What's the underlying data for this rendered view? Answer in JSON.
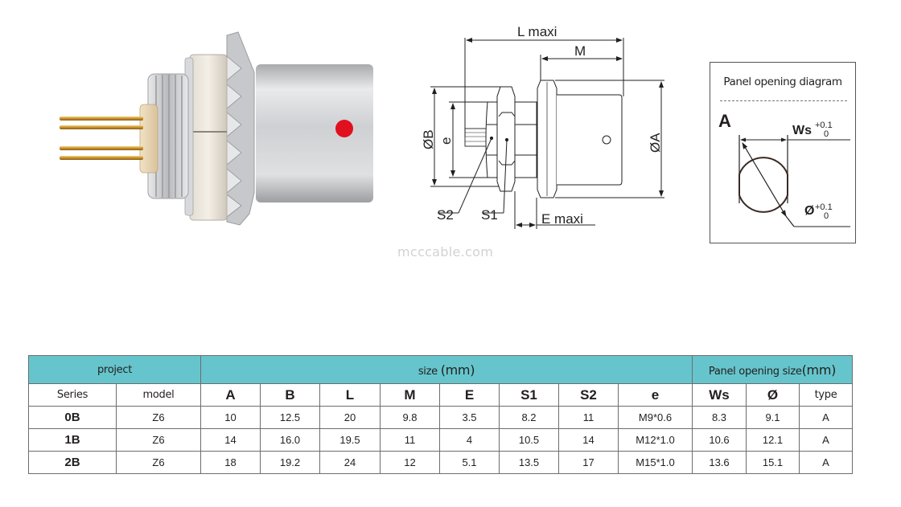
{
  "watermark": "mcccable.com",
  "drawing": {
    "labels": {
      "l_maxi": "L maxi",
      "m": "M",
      "diameter_b": "ØB",
      "e": "e",
      "diameter_a": "ØA",
      "s2": "S2",
      "s1": "S1",
      "e_maxi": "E maxi"
    }
  },
  "panel_diagram": {
    "title": "Panel opening diagram",
    "type_label": "A",
    "ws_label": "Ws",
    "ws_tolerance_upper": "+0.1",
    "ws_tolerance_lower": "0",
    "dia_label": "Ø",
    "dia_tolerance_upper": "+0.1",
    "dia_tolerance_lower": "0"
  },
  "table": {
    "group_headers": {
      "project": "project",
      "size": "size",
      "size_unit": "(mm)",
      "panel": "Panel opening size",
      "panel_unit": "(mm)"
    },
    "columns": [
      "Series",
      "model",
      "A",
      "B",
      "L",
      "M",
      "E",
      "S1",
      "S2",
      "e",
      "Ws",
      "Ø",
      "type"
    ],
    "rows": [
      [
        "0B",
        "Z6",
        "10",
        "12.5",
        "20",
        "9.8",
        "3.5",
        "8.2",
        "11",
        "M9*0.6",
        "8.3",
        "9.1",
        "A"
      ],
      [
        "1B",
        "Z6",
        "14",
        "16.0",
        "19.5",
        "11",
        "4",
        "10.5",
        "14",
        "M12*1.0",
        "10.6",
        "12.1",
        "A"
      ],
      [
        "2B",
        "Z6",
        "18",
        "19.2",
        "24",
        "12",
        "5.1",
        "13.5",
        "17",
        "M15*1.0",
        "13.6",
        "15.1",
        "A"
      ]
    ]
  },
  "colors": {
    "header_teal": "#66c5cc",
    "grid": "#6d6d6d",
    "indicator_red": "#e0101e",
    "gold_pins": "#d9a640"
  }
}
